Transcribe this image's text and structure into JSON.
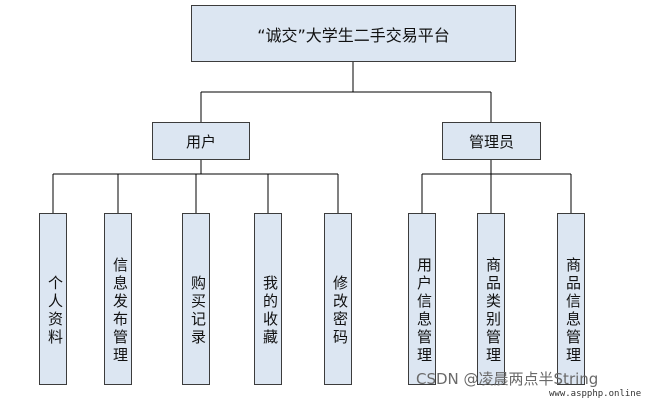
{
  "root": {
    "label": "“诚交”大学生二手交易平台"
  },
  "branches": [
    {
      "label": "用户",
      "children": [
        "个人资料",
        "信息发布管理",
        "购买记录",
        "我的收藏",
        "修改密码"
      ]
    },
    {
      "label": "管理员",
      "children": [
        "用户信息管理",
        "商品类别管理",
        "商品信息管理"
      ]
    }
  ],
  "watermark": {
    "text": "CSDN @凌晨两点半String",
    "site": "www.aspphp.online"
  },
  "colors": {
    "box_fill": "#dce6f2",
    "line": "#000000"
  }
}
